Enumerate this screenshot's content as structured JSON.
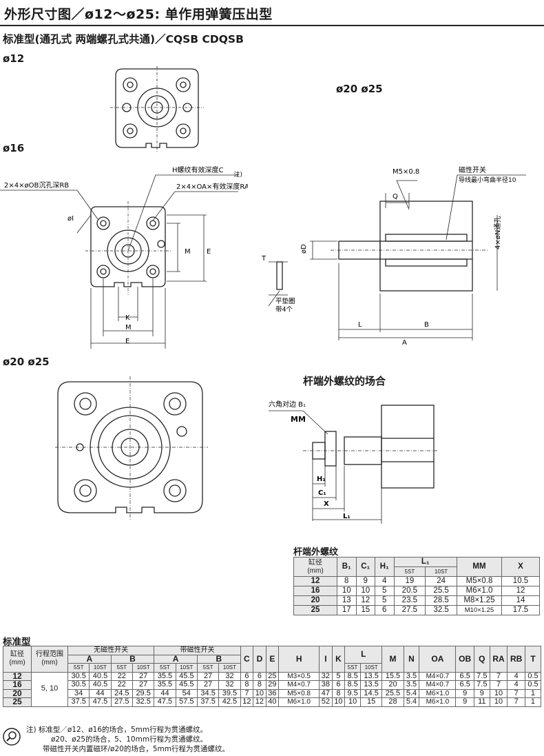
{
  "header": {
    "title": "外形尺寸图／ø12～ø25: 单作用弹簧压出型"
  },
  "subtitle": "标准型(通孔式  两端螺孔式共通)／CQSB  CDQSB",
  "labels": {
    "d12": "ø12",
    "d16": "ø16",
    "d20_25_top": "ø20  ø25",
    "d20_25_bottom": "ø20  ø25"
  },
  "drawing16": {
    "ob": "2×4×øOB沉孔深RB",
    "h": "H螺纹有效深度C",
    "note": "注)",
    "oa": "2×4×OA×有效深度RA",
    "i": "øI",
    "m": "M",
    "e": "E",
    "k": "K",
    "m_bottom": "M",
    "e_bottom": "E"
  },
  "side": {
    "m5": "M5×0.8",
    "switch": "磁性开关",
    "wire": "导线最小弯曲半径10",
    "q": "Q",
    "n": "4×øN通孔",
    "d": "øD",
    "t": "T",
    "washer": "平垫圈",
    "washer_qty": "带4个",
    "l": "L",
    "b": "B",
    "a": "A"
  },
  "rod_drawing": {
    "title": "杆端外螺纹的场合",
    "b1": "六角对边 B₁",
    "mm": "MM",
    "h1": "H₁",
    "c1": "C₁",
    "x": "X",
    "l1": "L₁"
  },
  "rod_table": {
    "title": "杆端外螺纹",
    "h_bore": "缸径\n(mm)",
    "h_b1": "B₁",
    "h_c1": "C₁",
    "h_h1": "H₁",
    "h_l1": "L₁",
    "h_5st": "5ST",
    "h_10st": "10ST",
    "h_mm": "MM",
    "h_x": "X",
    "rows": [
      {
        "bore": "12",
        "b1": "8",
        "c1": "9",
        "h1": "4",
        "l5": "19",
        "l10": "24",
        "mm": "M5×0.8",
        "x": "10.5"
      },
      {
        "bore": "16",
        "b1": "10",
        "c1": "10",
        "h1": "5",
        "l5": "20.5",
        "l10": "25.5",
        "mm": "M6×1.0",
        "x": "12"
      },
      {
        "bore": "20",
        "b1": "13",
        "c1": "12",
        "h1": "5",
        "l5": "23.5",
        "l10": "28.5",
        "mm": "M8×1.25",
        "x": "14"
      },
      {
        "bore": "25",
        "b1": "17",
        "c1": "15",
        "h1": "6",
        "l5": "27.5",
        "l10": "32.5",
        "mm": "M10×1.25",
        "x": "17.5"
      }
    ]
  },
  "std_table": {
    "title": "标准型",
    "h_bore": "缸径\n(mm)",
    "h_stroke": "行程范围\n(mm)",
    "h_nosw": "无磁性开关",
    "h_sw": "带磁性开关",
    "h_a": "A",
    "h_b": "B",
    "h_5st": "5ST",
    "h_10st": "10ST",
    "cols": [
      "C",
      "D",
      "E",
      "H",
      "I",
      "K"
    ],
    "h_l": "L",
    "cols2": [
      "M",
      "N",
      "OA",
      "OB",
      "Q",
      "RA",
      "RB",
      "T"
    ],
    "stroke": "5, 10",
    "rows": [
      {
        "bore": "12",
        "v": [
          "30.5",
          "40.5",
          "22",
          "27",
          "35.5",
          "45.5",
          "27",
          "32",
          "6",
          "6",
          "25",
          "M3×0.5",
          "32",
          "5",
          "8.5",
          "13.5",
          "15.5",
          "3.5",
          "M4×0.7",
          "6.5",
          "7.5",
          "7",
          "4",
          "0.5"
        ]
      },
      {
        "bore": "16",
        "v": [
          "30.5",
          "40.5",
          "22",
          "27",
          "35.5",
          "45.5",
          "27",
          "32",
          "8",
          "8",
          "29",
          "M4×0.7",
          "38",
          "6",
          "8.5",
          "13.5",
          "20",
          "3.5",
          "M4×0.7",
          "6.5",
          "7.5",
          "7",
          "4",
          "0.5"
        ]
      },
      {
        "bore": "20",
        "v": [
          "34",
          "44",
          "24.5",
          "29.5",
          "44",
          "54",
          "34.5",
          "39.5",
          "7",
          "10",
          "36",
          "M5×0.8",
          "47",
          "8",
          "9.5",
          "14.5",
          "25.5",
          "5.4",
          "M6×1.0",
          "9",
          "9",
          "10",
          "7",
          "1"
        ]
      },
      {
        "bore": "25",
        "v": [
          "37.5",
          "47.5",
          "27.5",
          "32.5",
          "47.5",
          "57.5",
          "37.5",
          "42.5",
          "12",
          "12",
          "40",
          "M6×1.0",
          "52",
          "10",
          "10",
          "15",
          "28",
          "5.4",
          "M6×1.0",
          "9",
          "11",
          "10",
          "7",
          "1"
        ]
      }
    ]
  },
  "notes": [
    "注) 标准型／ø12、ø16的场合，5mm行程为贯通螺纹。",
    "ø20、ø25的场合，5、10mm行程为贯通螺纹。",
    "带磁性开关内置磁环/ø20的场合，5mm行程为贯通螺纹。"
  ]
}
